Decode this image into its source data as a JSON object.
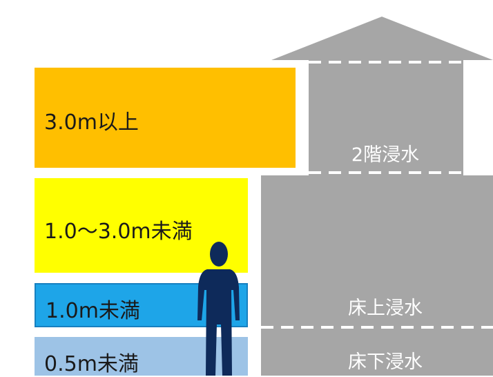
{
  "bands": {
    "over_3m": "3.0m以上",
    "from_1_to_3m": "1.0〜3.0m未満",
    "under_1m": "1.0m未満",
    "under_05m": "0.5m未満"
  },
  "house": {
    "second_floor": "2階浸水",
    "above_floor": "床上浸水",
    "below_floor": "床下浸水"
  },
  "colors": {
    "over_3m": "#ffbf00",
    "from_1_to_3m": "#ffff00",
    "under_1m": "#1ea5e8",
    "under_05m": "#9dc3e6",
    "house": "#a6a6a6",
    "person": "#0e2a5a"
  }
}
